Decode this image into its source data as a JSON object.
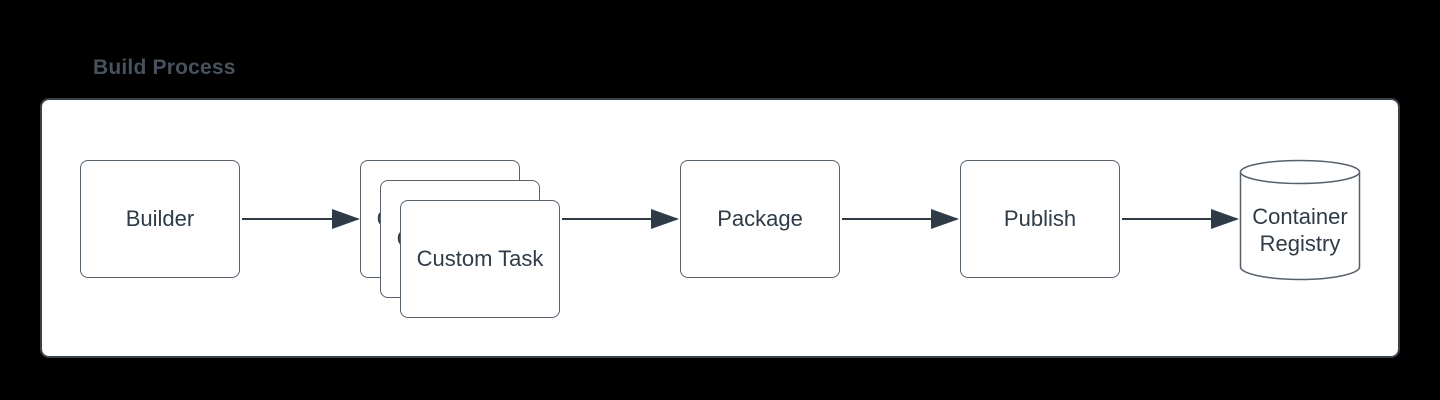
{
  "title": "Build Process",
  "nodes": {
    "builder": {
      "label": "Builder",
      "shape": "rounded-rectangle"
    },
    "custom_task": {
      "label": "Custom Task",
      "shape": "stacked-cards-x3"
    },
    "package": {
      "label": "Package",
      "shape": "rounded-rectangle"
    },
    "publish": {
      "label": "Publish",
      "shape": "rounded-rectangle"
    },
    "container_registry": {
      "label": "Container Registry",
      "shape": "cylinder"
    }
  },
  "connections": [
    {
      "from": "Builder",
      "to": "Custom Task"
    },
    {
      "from": "Custom Task",
      "to": "Package"
    },
    {
      "from": "Package",
      "to": "Publish"
    },
    {
      "from": "Publish",
      "to": "Container Registry"
    }
  ],
  "colors": {
    "background": "#000000",
    "panel_fill": "#ffffff",
    "panel_border": "#39434e",
    "node_fill": "#ffffff",
    "node_border": "#57616c",
    "node_text": "#2f3b47",
    "title_text": "#47525e",
    "connector": "#2f3b47"
  }
}
